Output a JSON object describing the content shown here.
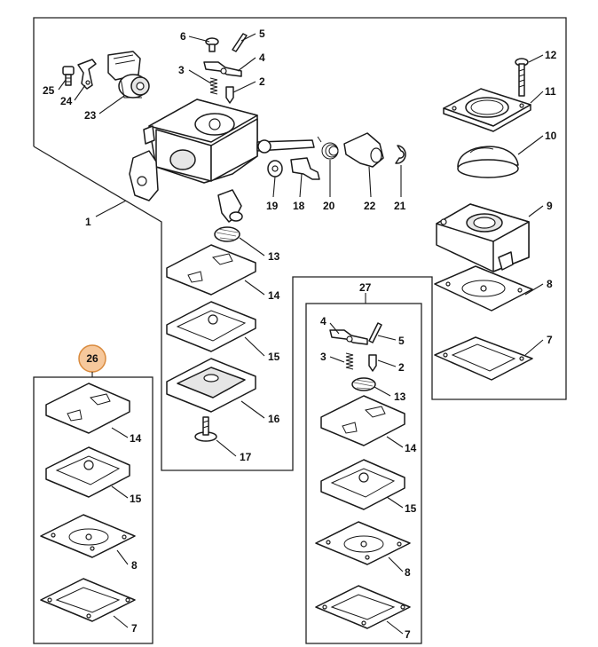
{
  "diagram": {
    "callouts": {
      "p1": "1",
      "p2": "2",
      "p3": "3",
      "p4": "4",
      "p5": "5",
      "p6": "6",
      "p7": "7",
      "p8": "8",
      "p9": "9",
      "p10": "10",
      "p11": "11",
      "p12": "12",
      "p13": "13",
      "p14": "14",
      "p15": "15",
      "p16": "16",
      "p17": "17",
      "p18": "18",
      "p19": "19",
      "p20": "20",
      "p21": "21",
      "p22": "22",
      "p23": "23",
      "p24": "24",
      "p25": "25",
      "p26": "26",
      "p27": "27"
    },
    "highlight_color": "#f6c89c"
  }
}
